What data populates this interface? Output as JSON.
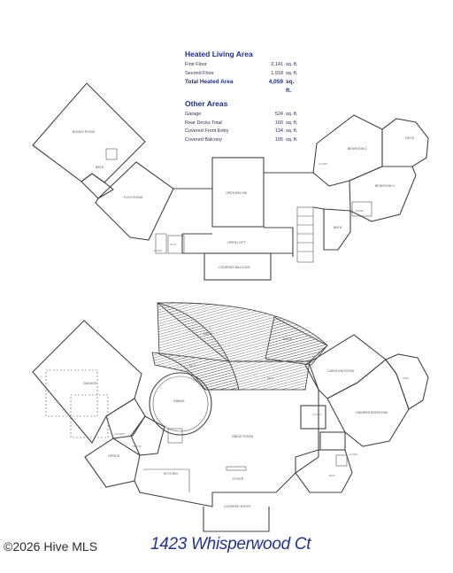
{
  "heated": {
    "title": "Heated Living Area",
    "rows": [
      {
        "label": "First Floor",
        "value": "2,141",
        "unit": "sq. ft."
      },
      {
        "label": "Second Floor",
        "value": "1,918",
        "unit": "sq. ft."
      }
    ],
    "total": {
      "label": "Total Heated Area",
      "value": "4,059",
      "unit": "sq. ft."
    }
  },
  "other": {
    "title": "Other Areas",
    "rows": [
      {
        "label": "Garage",
        "value": "524",
        "unit": "sq. ft."
      },
      {
        "label": "Rear Decks Total",
        "value": "160",
        "unit": "sq. ft."
      },
      {
        "label": "Covered Front Entry",
        "value": "134",
        "unit": "sq. ft."
      },
      {
        "label": "Covered Balcony",
        "value": "105",
        "unit": "sq. ft."
      }
    ]
  },
  "upper_rooms": {
    "bonus": "BONUS ROOM",
    "bath1": "BATH",
    "flex": "FLEX ROOM",
    "open_below": "OPEN BELOW",
    "open_loft": "OPEN LOFT",
    "covered_balcony": "COVERED BALCONY",
    "closet_u": "CLOSET",
    "attic": "ATTIC",
    "bedroom2": "BEDROOM 2",
    "bedroom3": "BEDROOM 3",
    "deck_u": "DECK",
    "closet_b2": "CLOSET",
    "closet_b3": "CLOSET",
    "bath2": "BATH"
  },
  "lower_rooms": {
    "deck_a": "DECK",
    "deck_b": "DECK",
    "deck_c": "DECK",
    "deck_d": "DECK",
    "garage": "GARAGE",
    "dining": "DINING",
    "laundry": "LAUNDRY",
    "pantry": "PANTRY",
    "office": "OFFICE",
    "kitchen": "KITCHEN",
    "great_room": "GREAT ROOM",
    "foyer": "FOYER",
    "covered_entry": "COVERED ENTRY",
    "carolina_room": "CAROLINA ROOM",
    "owners_bedroom": "OWNERS BEDROOM",
    "closet_1": "CLOSET",
    "closet_2": "CLOSET",
    "bath": "BATH",
    "deck_owner": "DECK"
  },
  "watermark": "©2026 Hive MLS",
  "address": "1423 Whisperwood Ct"
}
